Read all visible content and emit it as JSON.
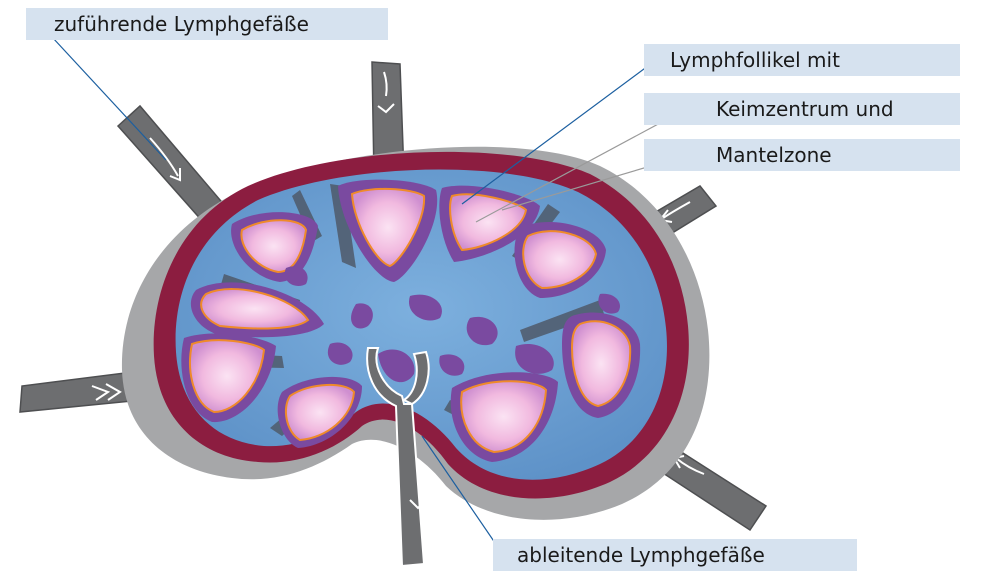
{
  "colors": {
    "capsule": "#8c1d40",
    "sinus": "#6fa3d4",
    "mantle_zone": "#7a4aa0",
    "germinal_center": "#f4c2e4",
    "follicle_outline": "#ef8a2a",
    "vessel": "#6d6e70",
    "shadow": "#a6a7a9",
    "label_bg": "#d6e2ef",
    "leader_blue": "#1c5fa0",
    "leader_gray": "#9a9a9a"
  },
  "labels": {
    "afferent": "zuführende Lymphgefäße",
    "follicle": "Lymphfollikel mit",
    "germinal_center": "Keimzentrum und",
    "mantle_zone": "Mantelzone",
    "efferent": "ableitende Lymphgefäße"
  }
}
